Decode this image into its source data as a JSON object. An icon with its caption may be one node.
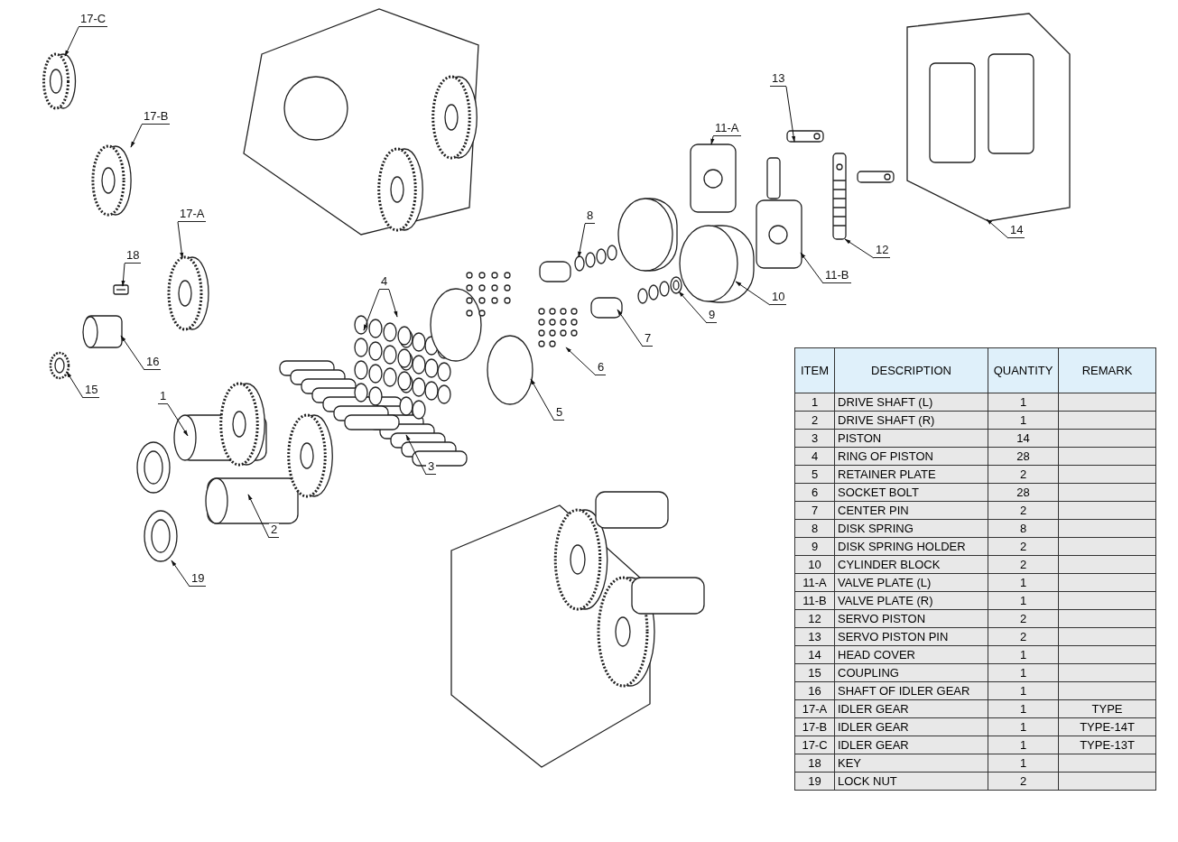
{
  "diagram": {
    "nodes": [
      {
        "text": [
          "17-C"
        ]
      },
      {
        "text": [
          "17-B"
        ]
      },
      {
        "text": [
          "17-A"
        ]
      },
      {
        "text": [
          "18"
        ]
      },
      {
        "text": [
          "16"
        ]
      },
      {
        "text": [
          "15"
        ]
      },
      {
        "text": [
          "1"
        ]
      },
      {
        "text": [
          "2"
        ]
      },
      {
        "text": [
          "19"
        ]
      },
      {
        "text": [
          "3"
        ]
      },
      {
        "text": [
          "4"
        ]
      },
      {
        "text": [
          "5"
        ]
      },
      {
        "text": [
          "6"
        ]
      },
      {
        "text": [
          "7"
        ]
      },
      {
        "text": [
          "8"
        ]
      },
      {
        "text": [
          "9"
        ]
      },
      {
        "text": [
          "10"
        ]
      },
      {
        "text": [
          "11-A"
        ]
      },
      {
        "text": [
          "11-B"
        ]
      },
      {
        "text": [
          "12"
        ]
      },
      {
        "text": [
          "13"
        ]
      },
      {
        "text": [
          "14"
        ]
      },
      {
        "text": [],
        "shape": "picture"
      },
      {
        "text": [],
        "shape": "picture"
      },
      {
        "text": [],
        "shape": "picture"
      },
      {
        "text": [],
        "shape": "picture"
      },
      {
        "text": [],
        "shape": "picture"
      },
      {
        "text": [],
        "shape": "picture"
      },
      {
        "text": [],
        "shape": "picture"
      },
      {
        "text": [],
        "shape": "picture"
      },
      {
        "text": [],
        "shape": "picture"
      },
      {
        "text": [],
        "shape": "picture"
      },
      {
        "text": [],
        "shape": "picture"
      },
      {
        "text": [],
        "shape": "picture"
      },
      {
        "text": [],
        "shape": "picture"
      },
      {
        "text": [],
        "shape": "picture"
      },
      {
        "text": [],
        "shape": "picture"
      },
      {
        "text": [],
        "shape": "picture"
      },
      {
        "text": [],
        "shape": "picture"
      },
      {
        "text": [],
        "shape": "picture"
      },
      {
        "text": [],
        "shape": "picture"
      },
      {
        "text": [],
        "shape": "picture"
      },
      {
        "text": [],
        "shape": "picture"
      },
      {
        "text": [],
        "shape": "picture"
      }
    ],
    "edges": [
      {
        "from": 0,
        "to": 22,
        "arrow": "to"
      },
      {
        "from": 1,
        "to": 23,
        "arrow": "to"
      },
      {
        "from": 2,
        "to": 24,
        "arrow": "to"
      },
      {
        "from": 3,
        "to": 25,
        "arrow": "to"
      },
      {
        "from": 4,
        "to": 26,
        "arrow": "to"
      },
      {
        "from": 5,
        "to": 27,
        "arrow": "to"
      },
      {
        "from": 6,
        "to": 28,
        "arrow": "to"
      },
      {
        "from": 7,
        "to": 29,
        "arrow": "to"
      },
      {
        "from": 8,
        "to": 30,
        "arrow": "to"
      },
      {
        "from": 9,
        "to": 31,
        "arrow": "to"
      },
      {
        "from": 10,
        "to": 32,
        "arrow": "to"
      },
      {
        "from": 10,
        "to": 32,
        "arrow": "to"
      },
      {
        "from": 11,
        "to": 33,
        "arrow": "to"
      },
      {
        "from": 12,
        "to": 34,
        "arrow": "to"
      },
      {
        "from": 13,
        "to": 35,
        "arrow": "to"
      },
      {
        "from": 14,
        "to": 36,
        "arrow": "to"
      },
      {
        "from": 15,
        "to": 37,
        "arrow": "to"
      },
      {
        "from": 16,
        "to": 38,
        "arrow": "to"
      },
      {
        "from": 17,
        "to": 39,
        "arrow": "to"
      },
      {
        "from": 18,
        "to": 40,
        "arrow": "to"
      },
      {
        "from": 19,
        "to": 41,
        "arrow": "to"
      },
      {
        "from": 20,
        "to": 42,
        "arrow": "to"
      },
      {
        "from": 21,
        "to": 43,
        "arrow": "to"
      }
    ],
    "labels": [
      "ITEM",
      "DESCRIPTION",
      "QUANTITY",
      "REMARK",
      "1",
      "DRIVE SHAFT (L)",
      "1",
      "2",
      "DRIVE SHAFT (R)",
      "1",
      "3",
      "PISTON",
      "14",
      "4",
      "RING OF PISTON",
      "28",
      "5",
      "RETAINER PLATE",
      "2",
      "6",
      "SOCKET BOLT",
      "28",
      "7",
      "CENTER PIN",
      "2",
      "8",
      "DISK SPRING",
      "8",
      "9",
      "DISK SPRING HOLDER",
      "2",
      "10",
      "CYLINDER BLOCK",
      "2",
      "11-A",
      "VALVE PLATE (L)",
      "1",
      "11-B",
      "VALVE PLATE (R)",
      "1",
      "12",
      "SERVO PISTON",
      "2",
      "13",
      "SERVO PISTON PIN",
      "2",
      "14",
      "HEAD COVER",
      "1",
      "15",
      "COUPLING",
      "1",
      "16",
      "SHAFT OF IDLER GEAR",
      "1",
      "17-A",
      "IDLER GEAR",
      "1",
      "TYPE",
      "17-B",
      "IDLER GEAR",
      "1",
      "TYPE-14T",
      "17-C",
      "IDLER GEAR",
      "1",
      "TYPE-13T",
      "18",
      "KEY",
      "1",
      "19",
      "LOCK NUT",
      "2"
    ]
  }
}
